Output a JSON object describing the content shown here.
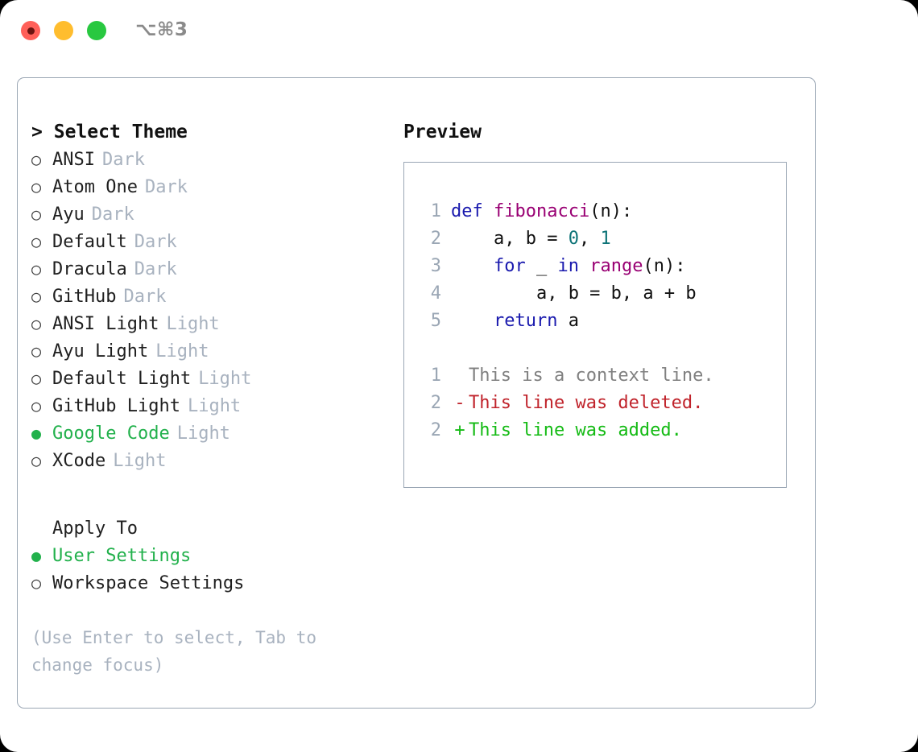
{
  "titlebar": {
    "shortcut": "⌥⌘3",
    "lights": [
      {
        "name": "close",
        "color": "#ff6059"
      },
      {
        "name": "minimize",
        "color": "#ffbd2e"
      },
      {
        "name": "maximize",
        "color": "#28c840"
      }
    ]
  },
  "theme_picker": {
    "header_marker": ">",
    "header": "Select Theme",
    "marker_unselected": "○",
    "marker_selected": "●",
    "accent_color": "#22b14c",
    "items": [
      {
        "label": "ANSI",
        "category": "Dark",
        "selected": false
      },
      {
        "label": "Atom One",
        "category": "Dark",
        "selected": false
      },
      {
        "label": "Ayu",
        "category": "Dark",
        "selected": false
      },
      {
        "label": "Default",
        "category": "Dark",
        "selected": false
      },
      {
        "label": "Dracula",
        "category": "Dark",
        "selected": false
      },
      {
        "label": "GitHub",
        "category": "Dark",
        "selected": false
      },
      {
        "label": "ANSI Light",
        "category": "Light",
        "selected": false
      },
      {
        "label": "Ayu Light",
        "category": "Light",
        "selected": false
      },
      {
        "label": "Default Light",
        "category": "Light",
        "selected": false
      },
      {
        "label": "GitHub Light",
        "category": "Light",
        "selected": false
      },
      {
        "label": "Google Code",
        "category": "Light",
        "selected": true
      },
      {
        "label": "XCode",
        "category": "Light",
        "selected": false
      }
    ]
  },
  "apply_to": {
    "header": "Apply To",
    "items": [
      {
        "label": "User Settings",
        "selected": true
      },
      {
        "label": "Workspace Settings",
        "selected": false
      }
    ]
  },
  "hint": "(Use Enter to select, Tab to change focus)",
  "preview": {
    "title": "Preview",
    "code_lines": [
      {
        "lineno": "1",
        "tokens": [
          {
            "t": "def ",
            "c": "kw"
          },
          {
            "t": "fibonacci",
            "c": "fn"
          },
          {
            "t": "(n):",
            "c": "pln"
          }
        ]
      },
      {
        "lineno": "2",
        "tokens": [
          {
            "t": "    a, b = ",
            "c": "pln"
          },
          {
            "t": "0",
            "c": "num"
          },
          {
            "t": ", ",
            "c": "pln"
          },
          {
            "t": "1",
            "c": "num"
          }
        ]
      },
      {
        "lineno": "3",
        "tokens": [
          {
            "t": "    ",
            "c": "pln"
          },
          {
            "t": "for",
            "c": "kw"
          },
          {
            "t": " _ ",
            "c": "pln"
          },
          {
            "t": "in",
            "c": "kw"
          },
          {
            "t": " ",
            "c": "pln"
          },
          {
            "t": "range",
            "c": "fn"
          },
          {
            "t": "(n):",
            "c": "pln"
          }
        ]
      },
      {
        "lineno": "4",
        "tokens": [
          {
            "t": "        a, b = b, a + b",
            "c": "pln"
          }
        ]
      },
      {
        "lineno": "5",
        "tokens": [
          {
            "t": "    ",
            "c": "pln"
          },
          {
            "t": "return",
            "c": "kw"
          },
          {
            "t": " a",
            "c": "pln"
          }
        ]
      }
    ],
    "diff_lines": [
      {
        "lineno": "1",
        "mark": " ",
        "text": "This is a context line.",
        "kind": "ctx"
      },
      {
        "lineno": "2",
        "mark": "-",
        "text": "This line was deleted.",
        "kind": "del"
      },
      {
        "lineno": "2",
        "mark": "+",
        "text": "This line was added.",
        "kind": "add"
      }
    ],
    "colors": {
      "keyword": "#1a1aae",
      "function": "#990073",
      "number": "#0d7377",
      "plain": "#111111",
      "context": "#808080",
      "deleted": "#c0232b",
      "added": "#15bb15",
      "lineno": "#9aa6b4"
    }
  }
}
